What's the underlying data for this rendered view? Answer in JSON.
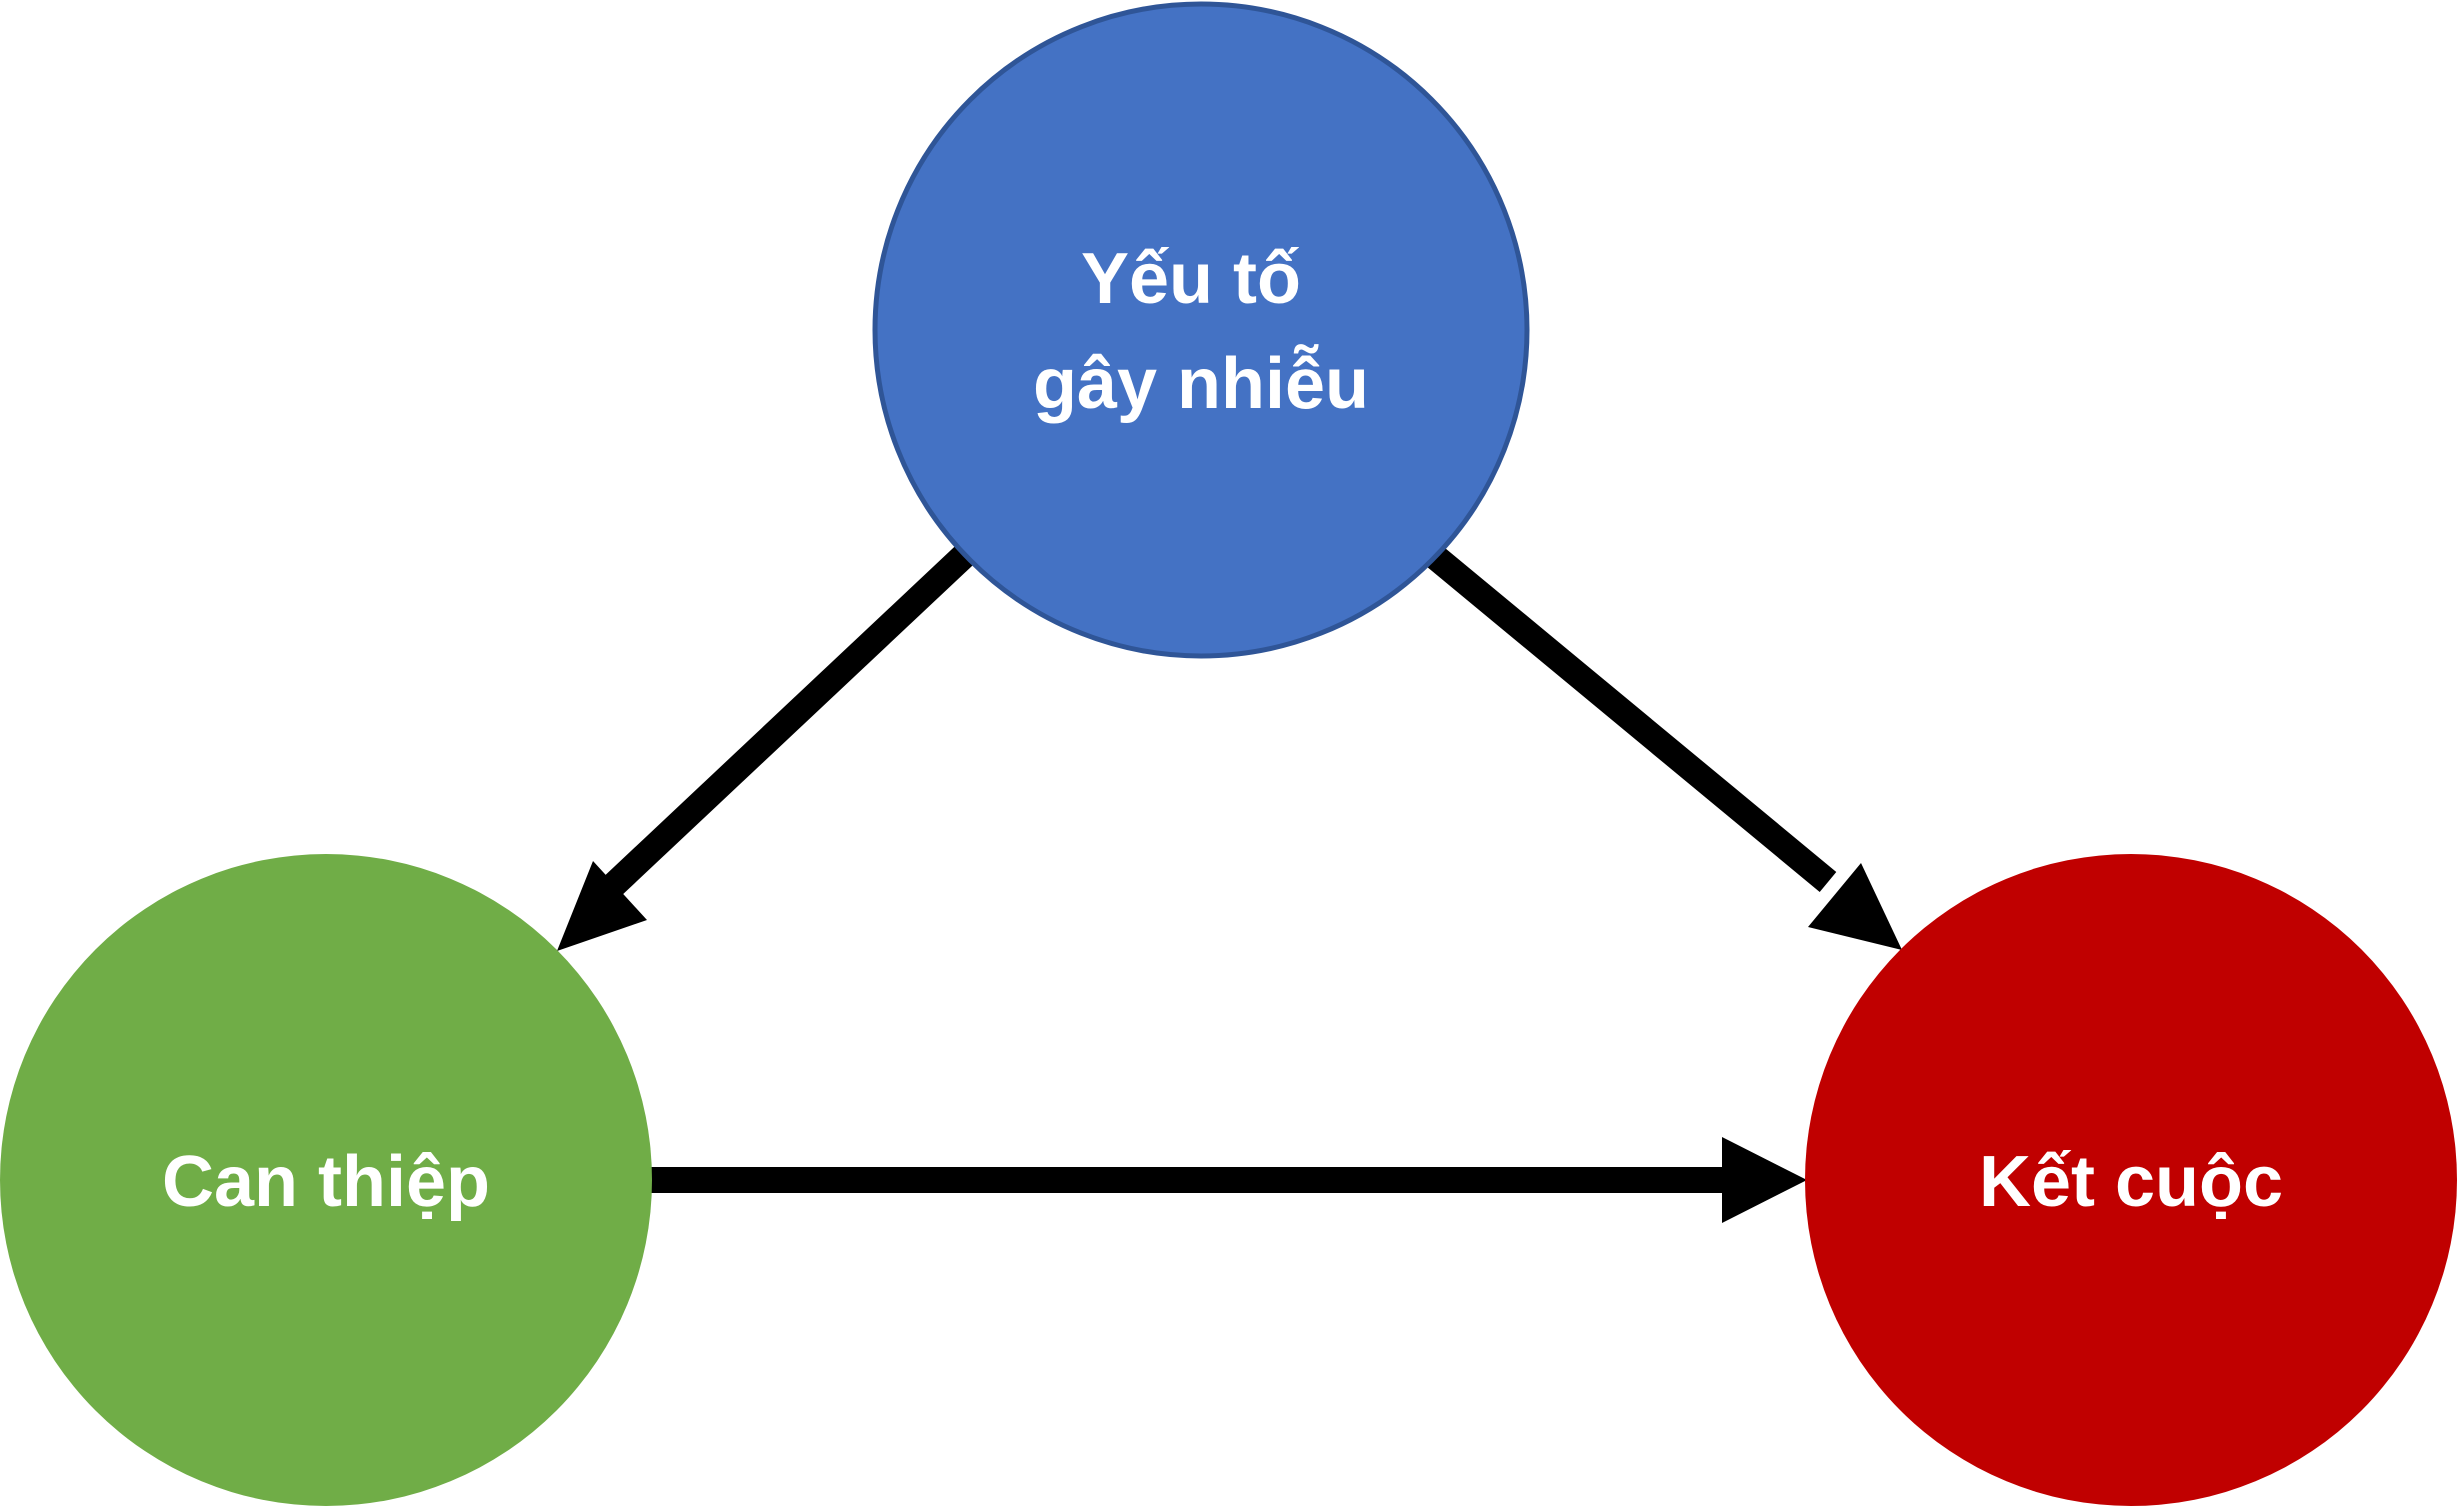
{
  "nodes": {
    "confounder": {
      "line1": "Yếu tố",
      "line2": "gây nhiễu",
      "color": "#4472C4",
      "stroke": "#2F5597"
    },
    "intervention": {
      "label": "Can thiệp",
      "color": "#70AD47"
    },
    "outcome": {
      "label": "Kết cuộc",
      "color": "#C00000"
    }
  },
  "edges": [
    {
      "from": "confounder",
      "to": "intervention"
    },
    {
      "from": "confounder",
      "to": "outcome"
    },
    {
      "from": "intervention",
      "to": "outcome"
    }
  ],
  "arrow_color": "#000000"
}
